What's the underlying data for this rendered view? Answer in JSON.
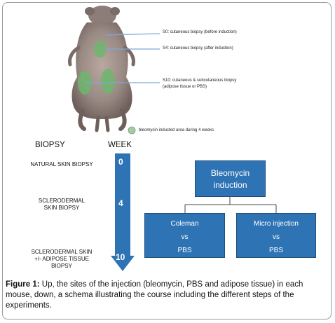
{
  "figure": {
    "annotations": {
      "s0": "S0: cutaneous biopsy (before induction)",
      "s4": "S4: cutaneous biopsy (after induction)",
      "s10_line1": "S10: cutaneous & subcutaneous biopsy",
      "s10_line2": "(adipose tissue or PBS)",
      "legend": "bleomycin inducted area during 4 weeks"
    },
    "colors": {
      "injection_site": "#6fb56f",
      "arrow": "#2e74b5",
      "box": "#2e74b5"
    },
    "timeline": {
      "biopsy_header": "BIOPSY",
      "week_header": "WEEK",
      "rows": [
        {
          "label_line1": "NATURAL SKIN BIOPSY",
          "label_line2": "",
          "label_line3": "",
          "week": "0"
        },
        {
          "label_line1": "SCLERODERMAL",
          "label_line2": "SKIN BIOPSY",
          "label_line3": "",
          "week": "4"
        },
        {
          "label_line1": "SCLERODERMAL SKIN",
          "label_line2": "+/-  ADIPOSE TISSUE",
          "label_line3": "BIOPSY",
          "week": "10"
        }
      ]
    },
    "schema": {
      "top_line1": "Bleomycin",
      "top_line2": "induction",
      "left_line1": "Coleman",
      "left_line2": "vs",
      "left_line3": "PBS",
      "right_line1": "Micro injection",
      "right_line2": "vs",
      "right_line3": "PBS"
    },
    "caption": {
      "label": "Figure 1:",
      "text": " Up, the sites of the injection (bleomycin, PBS and adipose tissue) in each mouse, down, a schema illustrating the course including the different steps of the experiments."
    }
  }
}
